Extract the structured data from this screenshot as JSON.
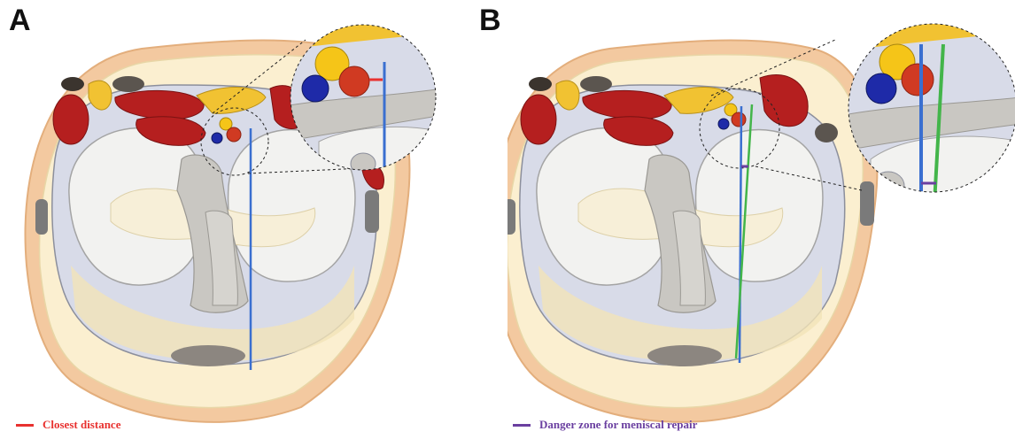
{
  "panels": [
    {
      "letter": "A"
    },
    {
      "letter": "B"
    }
  ],
  "legends": {
    "a": {
      "text": "Closest distance",
      "color": "#e8312f"
    },
    "b": {
      "text": "Danger zone for meniscal repair",
      "color": "#6a3fa0"
    }
  },
  "colors": {
    "skin": "#f3c9a0",
    "fat": "#fbefd0",
    "muscle": "#b51f1f",
    "tendon": "#f1c232",
    "capsule": "#d8dbe8",
    "cartilage": "#f2f2f0",
    "ligament": "#c9c7c2",
    "artery": "#d03a22",
    "vein": "#1e2aa8",
    "nerve": "#f5c518",
    "probe_blue": "#3a6fd0",
    "probe_green": "#43b54a"
  }
}
